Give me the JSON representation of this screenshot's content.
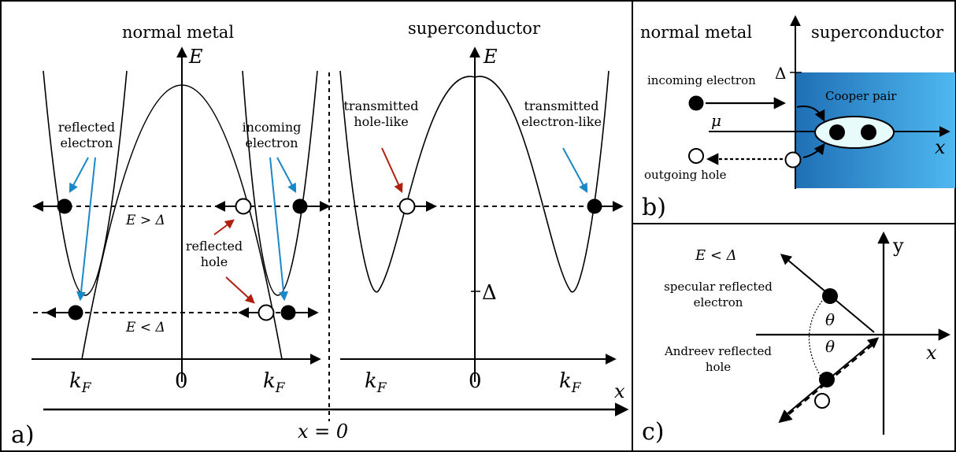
{
  "panel_a": {
    "panel_label": "a)",
    "normal_metal": "normal metal",
    "superconductor": "superconductor",
    "energy_axis_left": "E",
    "energy_axis_right": "E",
    "reflected_electron": [
      "reflected",
      "electron"
    ],
    "incoming_electron": [
      "incoming",
      "electron"
    ],
    "reflected_hole": [
      "reflected",
      "hole"
    ],
    "transmitted_hole_like": [
      "transmitted",
      "hole-like"
    ],
    "transmitted_electron_like": [
      "transmitted",
      "electron-like"
    ],
    "e_greater": "E > Δ",
    "e_less": "E < Δ",
    "delta": "Δ",
    "kf": "k",
    "kf_sub": "F",
    "zero": "0",
    "x_axis": "x",
    "x_eq_0": "x = 0"
  },
  "panel_b": {
    "panel_label": "b)",
    "normal_metal": "normal metal",
    "superconductor": "superconductor",
    "delta": "Δ",
    "mu": "μ",
    "x_axis": "x",
    "incoming_electron": "incoming electron",
    "cooper_pair": "Cooper pair",
    "outgoing_hole": "outgoing hole",
    "colors": {
      "gradient_dark": "#1f6fb5",
      "gradient_light": "#4fb8f0",
      "ellipse": "#e8fbfb"
    }
  },
  "panel_c": {
    "panel_label": "c)",
    "e_less": "E < Δ",
    "y_axis": "y",
    "x_axis": "x",
    "specular": [
      "specular reflected",
      "electron"
    ],
    "andreev": [
      "Andreev reflected",
      "hole"
    ],
    "theta": "θ"
  },
  "colors": {
    "blue_arrow": "#1a88c8",
    "red_arrow": "#b02010"
  }
}
